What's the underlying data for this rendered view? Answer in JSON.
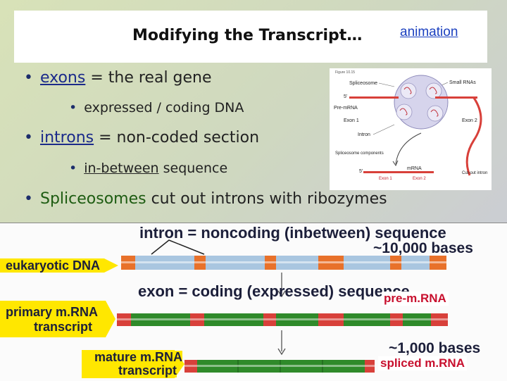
{
  "slide": {
    "title": "Modifying the Transcript…",
    "animation_link": "animation",
    "bullets": [
      {
        "term": "exons",
        "rest": " = the real gene"
      },
      {
        "sub": "expressed / coding DNA"
      },
      {
        "term": "introns",
        "rest": " = non-coded section"
      },
      {
        "sub_ul": "in-between",
        "sub_rest": " sequence"
      },
      {
        "term": "Spliceosomes",
        "rest": " cut out introns with ribozymes"
      }
    ]
  },
  "inset": {
    "figure_no": "Figure 10.15",
    "labels": {
      "spliceosome": "Spliceosome",
      "small_rnas": "Small RNAs",
      "five_prime": "5'",
      "pre_mrna": "Pre-mRNA",
      "exon1": "Exon 1",
      "exon2": "Exon 2",
      "intron": "Intron",
      "components": "Spliceosome components",
      "mrna": "mRNA",
      "cut_out": "Cut-out intron"
    }
  },
  "diagram": {
    "intron_header": "intron = noncoding (inbetween) sequence",
    "bases_10000": "~10,000 bases",
    "exon_header": "exon = coding (expressed) sequence",
    "eukaryotic_dna": "eukaryotic DNA",
    "primary_line1": "primary m.RNA",
    "primary_line2": "transcript",
    "mature_line1": "mature m.RNA",
    "mature_line2": "transcript",
    "pre_mrna": "pre-m.RNA",
    "bases_1000": "~1,000 bases",
    "spliced_mrna": "spliced m.RNA",
    "colors": {
      "exon_orange": "#e8712a",
      "intron_blue": "#a9c6e0",
      "red": "#d8403a",
      "green": "#2f8a2a",
      "label_yellow": "#ffe700"
    }
  }
}
